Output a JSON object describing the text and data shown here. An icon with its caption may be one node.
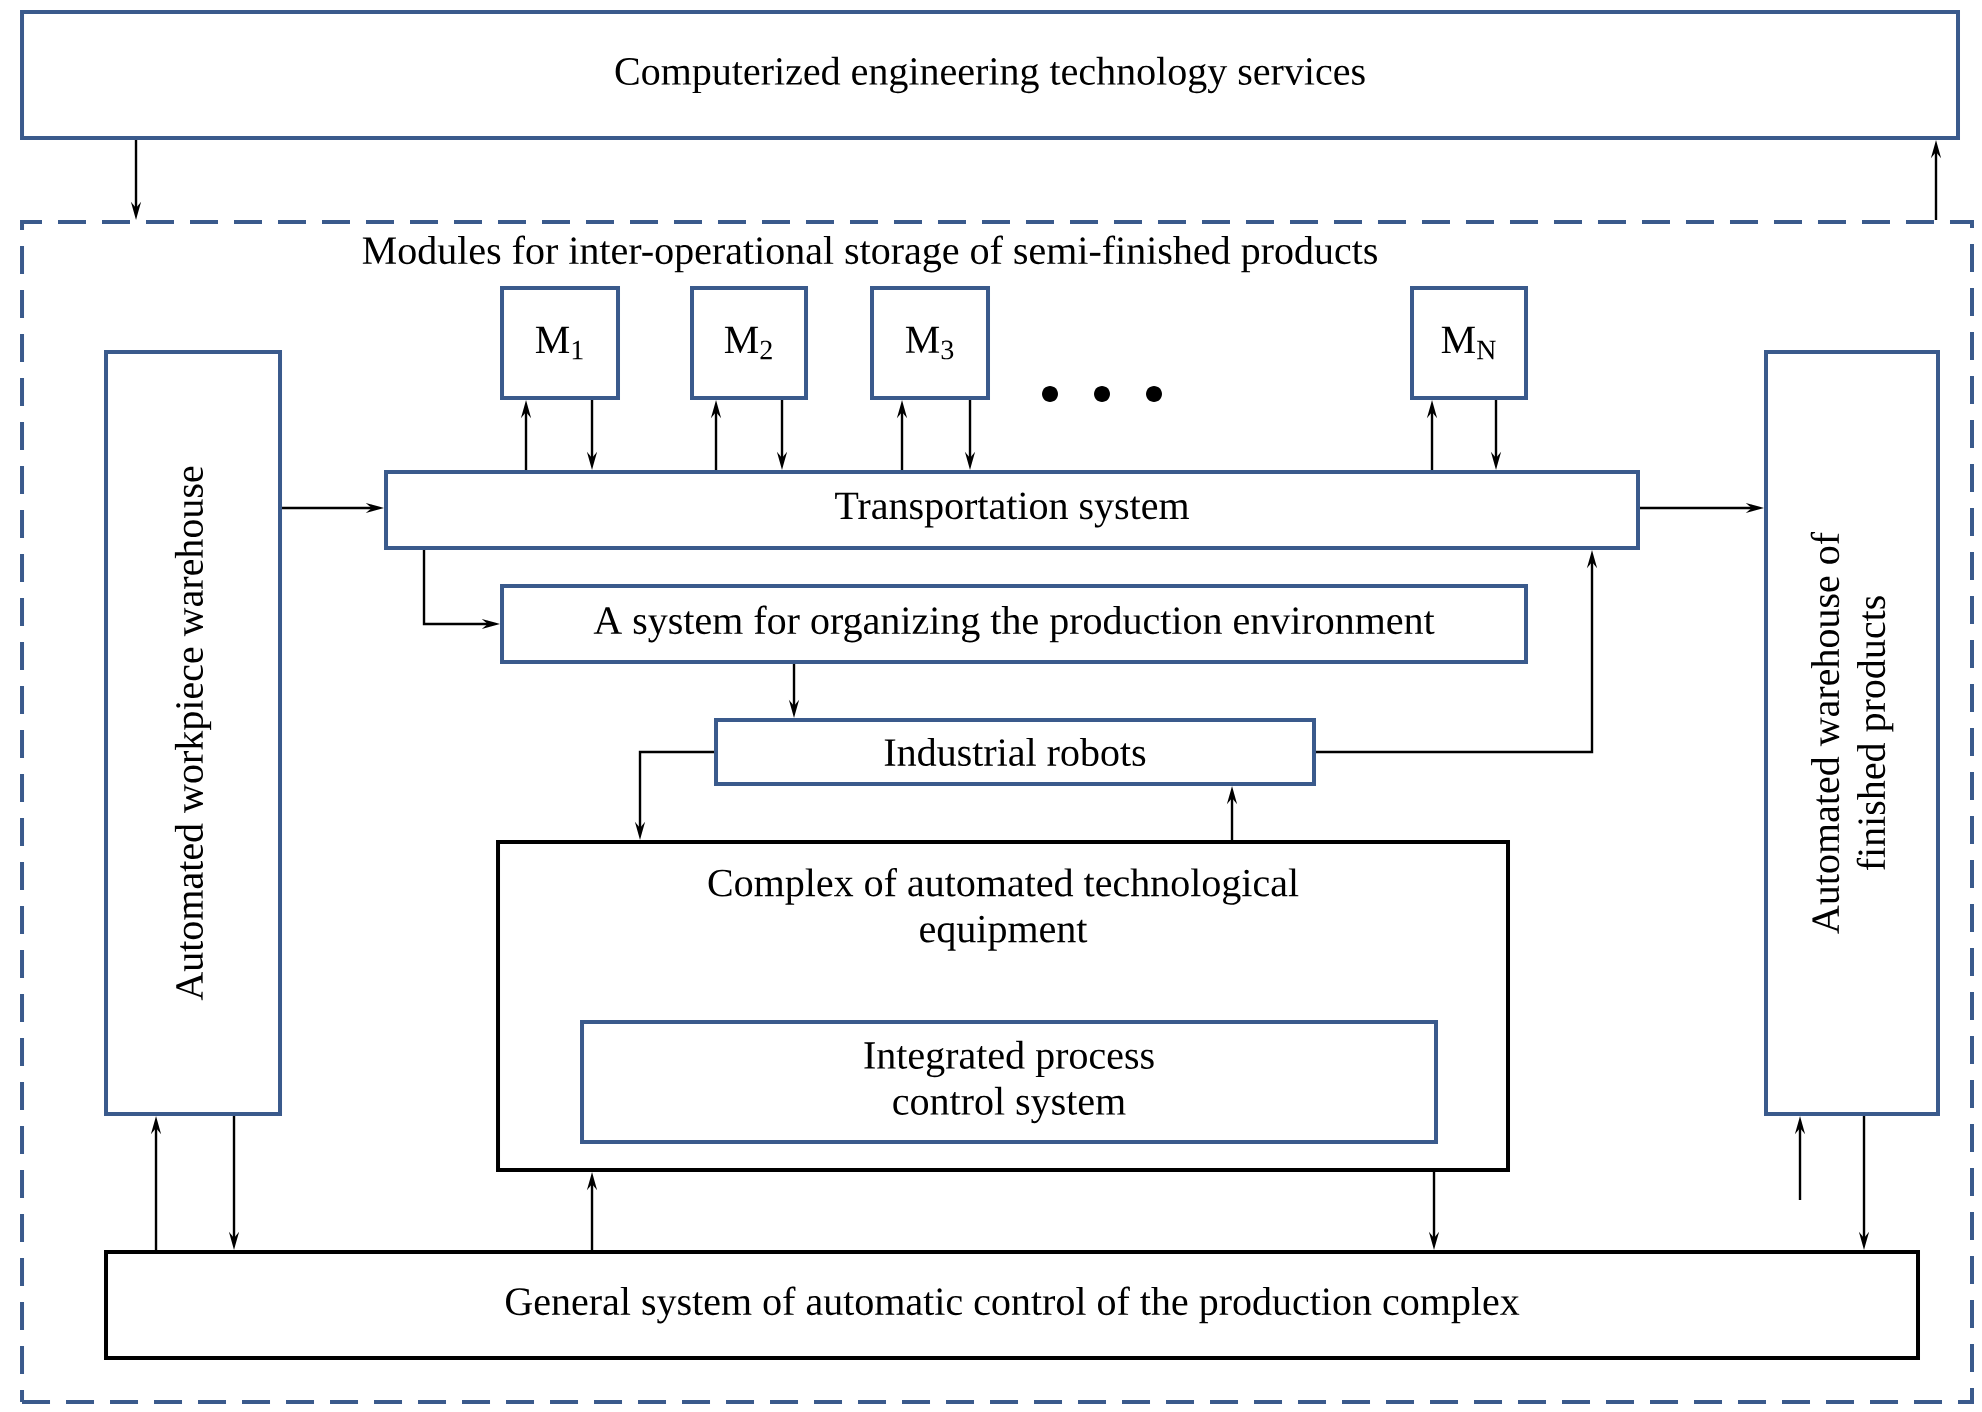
{
  "diagram": {
    "nodes": [
      {
        "text": [
          "Computerized engineering technology services"
        ]
      },
      {
        "text": [],
        "shape": "box"
      },
      {
        "text": [
          "M$_{1}$"
        ],
        "in": 1
      },
      {
        "text": [
          "M$_{2}$"
        ],
        "in": 1
      },
      {
        "text": [
          "M$_{3}$"
        ],
        "in": 1
      },
      {
        "text": [
          "M$_{N}$"
        ],
        "in": 1
      },
      {
        "text": [
          "Automated workpiece warehouse"
        ],
        "in": 1
      },
      {
        "text": [
          "Transportation system"
        ],
        "in": 1
      },
      {
        "text": [
          "A system for organizing the production environment"
        ],
        "in": 1
      },
      {
        "text": [
          "Industrial robots"
        ],
        "in": 1
      },
      {
        "text": [
          "Complex of automated technological equipment"
        ],
        "in": 1
      },
      {
        "text": [
          "Integrated process control system"
        ],
        "in": 10
      },
      {
        "text": [
          "Automated warehouse of finished products"
        ],
        "in": 1
      },
      {
        "text": [
          "General system of automatic control of the production complex"
        ],
        "in": 1
      }
    ],
    "edges": [
      {
        "from": 0,
        "to": 1,
        "arrow": "to"
      },
      {
        "from": 1,
        "to": 0,
        "arrow": "to"
      },
      {
        "from": 7,
        "to": 2,
        "arrow": "to"
      },
      {
        "from": 2,
        "to": 7,
        "arrow": "to"
      },
      {
        "from": 7,
        "to": 3,
        "arrow": "to"
      },
      {
        "from": 3,
        "to": 7,
        "arrow": "to"
      },
      {
        "from": 7,
        "to": 4,
        "arrow": "to"
      },
      {
        "from": 4,
        "to": 7,
        "arrow": "to"
      },
      {
        "from": 7,
        "to": 5,
        "arrow": "to"
      },
      {
        "from": 5,
        "to": 7,
        "arrow": "to"
      },
      {
        "from": 6,
        "to": 7,
        "arrow": "to"
      },
      {
        "from": 7,
        "to": 12,
        "arrow": "to"
      },
      {
        "from": 7,
        "to": 8,
        "arrow": "to"
      },
      {
        "from": 8,
        "to": 9,
        "arrow": "to"
      },
      {
        "from": 9,
        "to": 10,
        "arrow": "to"
      },
      {
        "from": 10,
        "to": 9,
        "arrow": "to"
      },
      {
        "from": 9,
        "to": 7,
        "arrow": "to"
      },
      {
        "from": 13,
        "to": 6,
        "arrow": "to"
      },
      {
        "from": 6,
        "to": 13,
        "arrow": "to"
      },
      {
        "from": 13,
        "to": 10,
        "arrow": "to"
      },
      {
        "from": 10,
        "to": 13,
        "arrow": "to"
      },
      {
        "from": null,
        "to": 12,
        "arrow": "to"
      },
      {
        "from": 12,
        "to": 13,
        "arrow": "to"
      }
    ],
    "labels": [
      "Modules for inter-operational storage of semi-finished products"
    ]
  }
}
